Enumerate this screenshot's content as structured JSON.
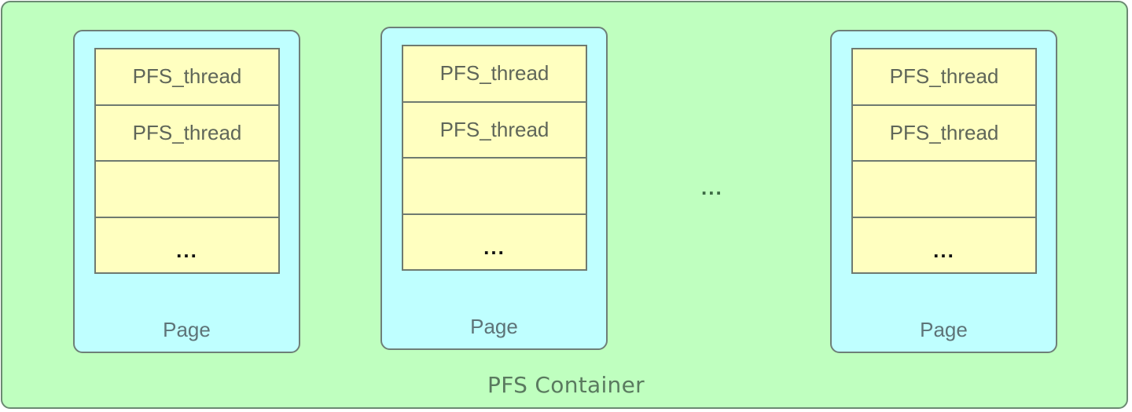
{
  "diagram": {
    "container": {
      "label": "PFS Container",
      "fill": "#bfffbf",
      "border": "#6b8a72"
    },
    "pages": [
      {
        "label": "Page",
        "slots": [
          "PFS_thread",
          "PFS_thread",
          "",
          "..."
        ]
      },
      {
        "label": "Page",
        "slots": [
          "PFS_thread",
          "PFS_thread",
          "",
          "..."
        ]
      },
      {
        "label": "Page",
        "slots": [
          "PFS_thread",
          "PFS_thread",
          "",
          "..."
        ]
      }
    ],
    "between_pages_ellipsis": "...",
    "colors": {
      "page_fill": "#bfffff",
      "slot_fill": "#ffffc0"
    }
  }
}
